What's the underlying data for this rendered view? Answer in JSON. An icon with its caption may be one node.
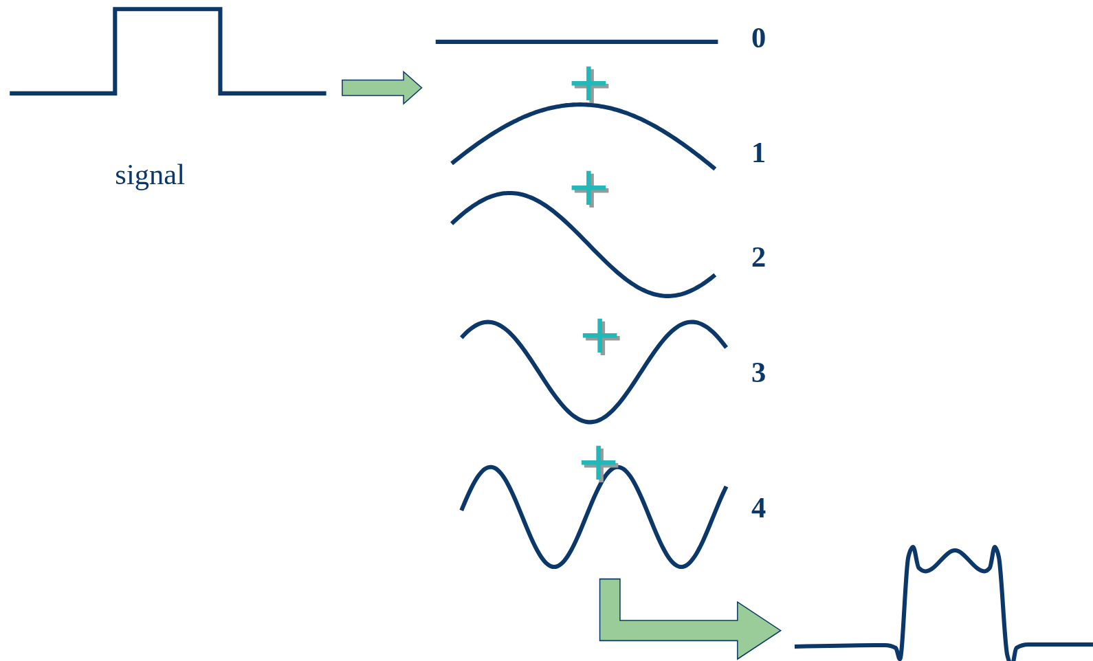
{
  "diagram": {
    "nodes": [
      {
        "text": [],
        "shape": "picture",
        "beside": [
          "signal"
        ]
      },
      {
        "text": [],
        "shape": "picture"
      },
      {
        "text": [],
        "shape": "picture",
        "in": 1,
        "beside": [
          "0"
        ]
      },
      {
        "text": [],
        "shape": "picture",
        "in": 1,
        "beside": [
          "1"
        ]
      },
      {
        "text": [],
        "shape": "picture",
        "in": 1,
        "beside": [
          "2"
        ]
      },
      {
        "text": [],
        "shape": "picture",
        "in": 1,
        "beside": [
          "3"
        ]
      },
      {
        "text": [],
        "shape": "picture",
        "in": 1,
        "beside": [
          "4"
        ]
      },
      {
        "text": [],
        "shape": "picture"
      }
    ],
    "edges": [
      {
        "from": 0,
        "to": 1,
        "arrow": "to"
      },
      {
        "from": 1,
        "to": 7,
        "arrow": "to"
      }
    ],
    "labels": [
      "+",
      "+",
      "+",
      "+"
    ]
  }
}
